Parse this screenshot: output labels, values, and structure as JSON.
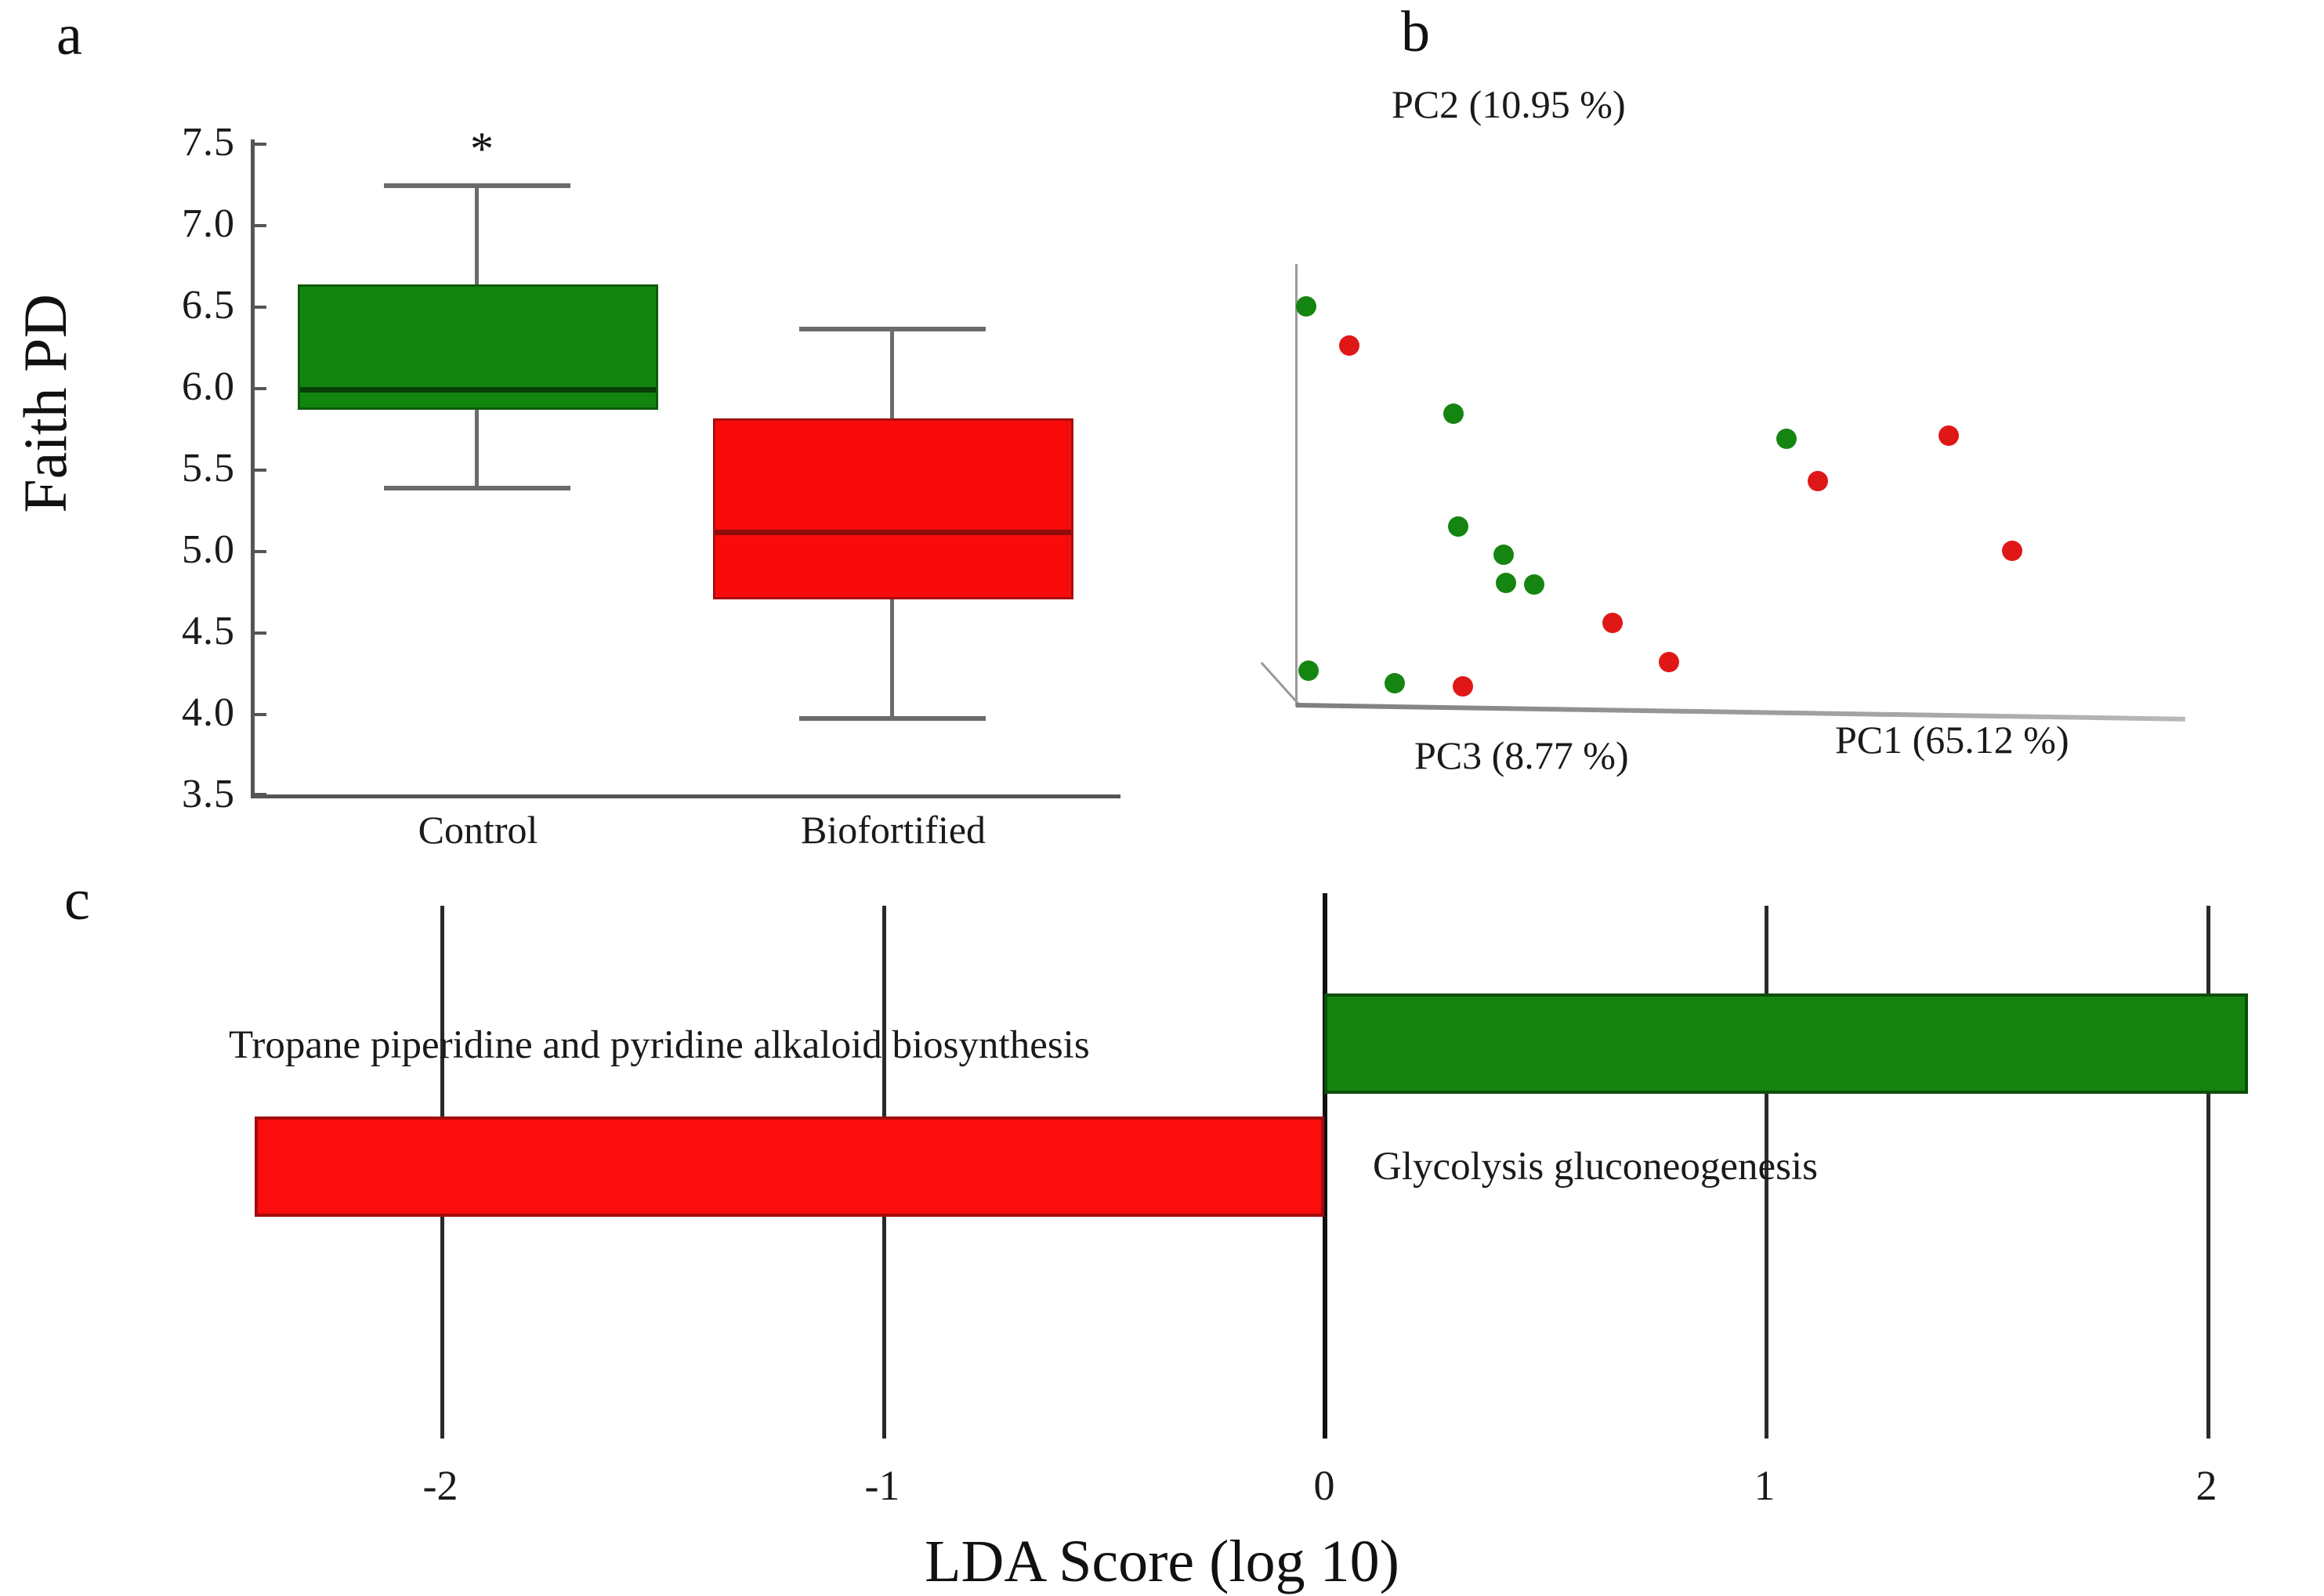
{
  "figure": {
    "panels": [
      {
        "letter": "a"
      },
      {
        "letter": "b"
      },
      {
        "letter": "c"
      }
    ]
  },
  "colors": {
    "control_green": "#12850f",
    "biofortified_red": "#fa0b0b",
    "axis_gray": "#6b6b6b",
    "text_black": "#1a1a1a"
  },
  "panel_a": {
    "letter": "a",
    "ylabel": "Faith PD",
    "significance_marker": "*",
    "ytick_labels": [
      "7.5",
      "7.0",
      "6.5",
      "6.0",
      "5.5",
      "5.0",
      "4.5",
      "4.0",
      "3.5"
    ],
    "categories": [
      "Control",
      "Biofortified"
    ]
  },
  "panel_b": {
    "letter": "b",
    "axis_pc1": "PC1 (65.12 %)",
    "axis_pc2": "PC2 (10.95 %)",
    "axis_pc3": "PC3 (8.77 %)"
  },
  "panel_c": {
    "letter": "c",
    "xtitle": "LDA Score (log 10)",
    "xtick_labels": [
      "-2",
      "-1",
      "0",
      "1",
      "2"
    ],
    "bar_labels": {
      "green": "Glycolysis gluconeogenesis",
      "red": "Tropane piperidine and pyridine alkaloid biosynthesis"
    }
  },
  "chart_data": [
    {
      "type": "box",
      "title": "",
      "panel": "a",
      "xlabel": "",
      "ylabel": "Faith PD",
      "ylim": [
        3.5,
        7.5
      ],
      "ytick_values": [
        7.5,
        7.0,
        6.5,
        6.0,
        5.5,
        5.0,
        4.5,
        4.0,
        3.5
      ],
      "categories": [
        "Control",
        "Biofortified"
      ],
      "grid": false,
      "legend": "none",
      "annotations": [
        {
          "text": "*",
          "category": "Control",
          "meaning": "significant difference"
        }
      ],
      "boxes": [
        {
          "name": "Control",
          "color": "#12850f",
          "whisker_low": 5.38,
          "q1": 5.86,
          "median": 5.99,
          "q3": 6.63,
          "whisker_high": 7.25
        },
        {
          "name": "Biofortified",
          "color": "#fa0b0b",
          "whisker_low": 3.97,
          "q1": 4.7,
          "median": 5.12,
          "q3": 5.81,
          "whisker_high": 6.37
        }
      ]
    },
    {
      "type": "scatter",
      "panel": "b",
      "title": "",
      "projection": "3D PCoA",
      "xlabel": "PC1 (65.12 %)",
      "ylabel": "PC2 (10.95 %)",
      "zlabel": "PC3 (8.77 %)",
      "grid": false,
      "legend": "none",
      "series": [
        {
          "name": "Control",
          "color": "#158511",
          "points": [
            {
              "px": 197,
              "py": 391
            },
            {
              "px": 385,
              "py": 528
            },
            {
              "px": 391,
              "py": 672
            },
            {
              "px": 446,
              "py": 708
            },
            {
              "px": 455,
              "py": 742
            },
            {
              "px": 483,
              "py": 745
            },
            {
              "px": 810,
              "py": 560
            },
            {
              "px": 200,
              "py": 856
            },
            {
              "px": 310,
              "py": 872
            }
          ]
        },
        {
          "name": "Biofortified",
          "color": "#e01717",
          "points": [
            {
              "px": 252,
              "py": 441
            },
            {
              "px": 850,
              "py": 614
            },
            {
              "px": 1017,
              "py": 556
            },
            {
              "px": 1096,
              "py": 703
            },
            {
              "px": 588,
              "py": 795
            },
            {
              "px": 660,
              "py": 845
            },
            {
              "px": 397,
              "py": 876
            },
            {
              "px": 394,
              "py": 875
            }
          ]
        }
      ]
    },
    {
      "type": "bar",
      "panel": "c",
      "orientation": "horizontal",
      "title": "",
      "xlabel": "LDA Score (log 10)",
      "ylabel": "",
      "xlim": [
        -2.45,
        2.1
      ],
      "xtick_values": [
        -2,
        -1,
        0,
        1,
        2
      ],
      "grid": true,
      "legend": "none",
      "categories": [
        "Glycolysis gluconeogenesis",
        "Tropane piperidine and pyridine alkaloid biosynthesis"
      ],
      "values": [
        2.09,
        -2.42
      ],
      "bar_colors": [
        "#14840f",
        "#fb0d0d"
      ],
      "bar_groups": [
        "Control",
        "Biofortified"
      ]
    }
  ]
}
